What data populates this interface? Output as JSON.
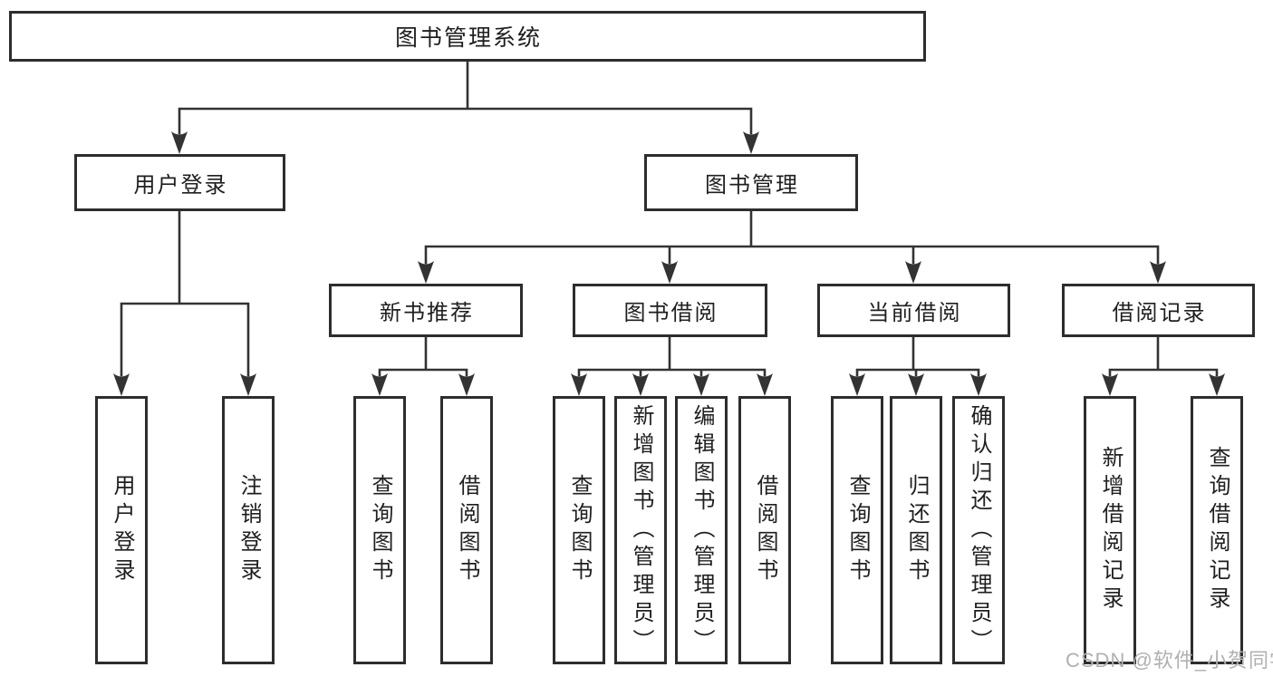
{
  "diagram": {
    "type": "hierarchy-flowchart",
    "watermark": "CSDN @软件_小贺同学",
    "colors": {
      "background": "#ffffff",
      "line": "#333333",
      "box_border": "#2d2d2d",
      "text": "#1f1f1f",
      "watermark": "#b0b0b0"
    },
    "nodes": {
      "root": "图书管理系统",
      "level2": [
        "用户登录",
        "图书管理"
      ],
      "level3": [
        "新书推荐",
        "图书借阅",
        "当前借阅",
        "借阅记录"
      ],
      "leaves_user_login": [
        "用户登录",
        "注销登录"
      ],
      "leaves_new_book": [
        "查询图书",
        "借阅图书"
      ],
      "leaves_book_borrow": [
        "查询图书",
        "新增图书（管理员）",
        "编辑图书（管理员）",
        "借阅图书"
      ],
      "leaves_current_borrow": [
        "查询图书",
        "归还图书",
        "确认归还（管理员）"
      ],
      "leaves_borrow_record": [
        "新增借阅记录",
        "查询借阅记录"
      ]
    },
    "edges": [
      {
        "parent": "图书管理系统",
        "children": [
          "用户登录",
          "图书管理"
        ]
      },
      {
        "parent": "用户登录",
        "children": [
          "用户登录",
          "注销登录"
        ]
      },
      {
        "parent": "图书管理",
        "children": [
          "新书推荐",
          "图书借阅",
          "当前借阅",
          "借阅记录"
        ]
      },
      {
        "parent": "新书推荐",
        "children": [
          "查询图书",
          "借阅图书"
        ]
      },
      {
        "parent": "图书借阅",
        "children": [
          "查询图书",
          "新增图书（管理员）",
          "编辑图书（管理员）",
          "借阅图书"
        ]
      },
      {
        "parent": "当前借阅",
        "children": [
          "查询图书",
          "归还图书",
          "确认归还（管理员）"
        ]
      },
      {
        "parent": "借阅记录",
        "children": [
          "新增借阅记录",
          "查询借阅记录"
        ]
      }
    ]
  }
}
